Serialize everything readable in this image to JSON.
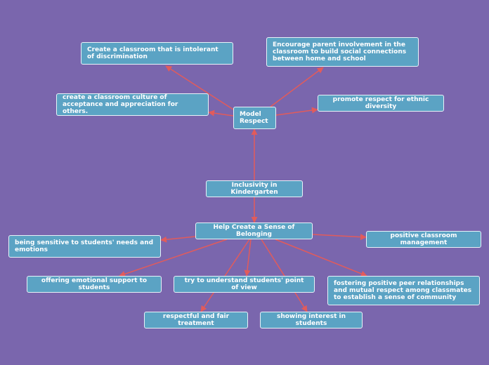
{
  "colors": {
    "background": "#7a66ad",
    "node_fill": "#5ba3c4",
    "node_border": "#e8f2f8",
    "connector": "#e25b5b"
  },
  "nodes": {
    "root": "Inclusivity in Kindergarten",
    "model_respect": "Model Respect",
    "intolerant": "Create a classroom that is intolerant of discrimination",
    "parent_involvement": "Encourage parent involvement in the classroom to build social connections between home and school",
    "acceptance": "create a classroom culture of acceptance and appreciation for others.",
    "ethnic_diversity": "promote respect for ethnic diversity",
    "belonging": "Help Create a Sense of Belonging",
    "sensitive": "being sensitive to students' needs and emotions",
    "classroom_management": "positive classroom management",
    "emotional_support": "offering emotional support to students",
    "point_of_view": "try to understand students' point of view",
    "peer_relationships": "fostering positive peer relationships and mutual respect among classmates to establish a sense of community",
    "fair_treatment": "respectful and fair treatment",
    "interest": "showing interest in students"
  }
}
